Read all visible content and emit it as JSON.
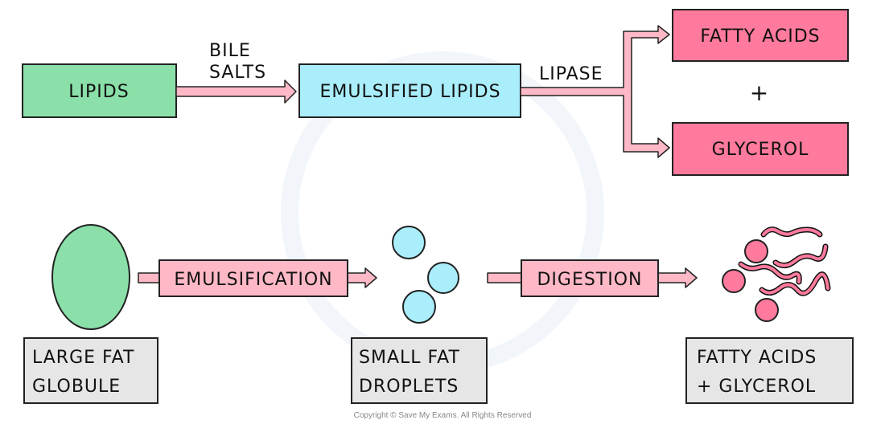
{
  "top_flow": {
    "lipids": "LIPIDS",
    "bile_salts_line1": "BILE",
    "bile_salts_line2": "SALTS",
    "emulsified_lipids": "EMULSIFIED LIPIDS",
    "lipase": "LIPASE",
    "fatty_acids": "FATTY ACIDS",
    "plus": "+",
    "glycerol": "GLYCEROL"
  },
  "bottom_flow": {
    "emulsification": "EMULSIFICATION",
    "digestion": "DIGESTION",
    "large_fat_globule_line1": "LARGE FAT",
    "large_fat_globule_line2": "GLOBULE",
    "small_fat_droplets_line1": "SMALL FAT",
    "small_fat_droplets_line2": "DROPLETS",
    "products_line1": "FATTY ACIDS",
    "products_line2": "+ GLYCEROL"
  },
  "copyright": "Copyright © Save My Exams. All Rights Reserved",
  "colors": {
    "lipids": "#8ae0a8",
    "emulsified": "#aaeefc",
    "products": "#ff7a9c",
    "arrow": "#ffb8c6",
    "label_box": "#e6e6e6"
  }
}
